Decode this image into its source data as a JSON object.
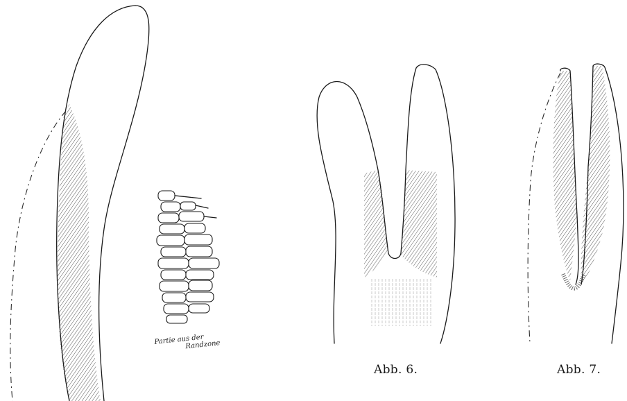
{
  "figures": [
    {
      "caption": "Abb. 6."
    },
    {
      "caption": "Abb. 7."
    }
  ],
  "inset": {
    "label_line1": "Partie aus der",
    "label_line2": "Randzone"
  }
}
